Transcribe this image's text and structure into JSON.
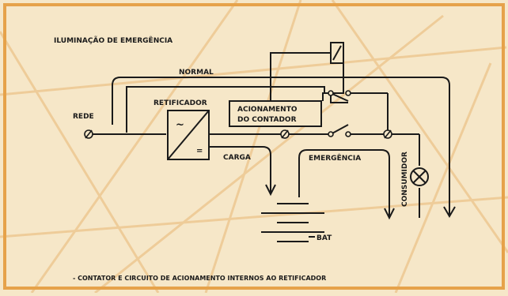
{
  "title": "ILUMINAÇÃO DE EMERGÊNCIA",
  "labels": {
    "normal": "NORMAL",
    "rede": "REDE",
    "retificador": "RETIFICADOR",
    "acionamento_1": "ACIONAMENTO",
    "acionamento_2": "DO CONTADOR",
    "carga": "CARGA",
    "emergencia": "EMERGÊNCIA",
    "consumidor": "CONSUMIDOR",
    "bat": "BAT",
    "rect_equal": "=",
    "rect_tilde": "~"
  },
  "footer": "- CONTATOR E CIRCUITO DE ACIONAMENTO INTERNOS AO RETIFICADOR",
  "colors": {
    "background": "#f6e7c8",
    "border": "#e6a24a",
    "line": "#1a1a1a",
    "decor": "#e9b774"
  }
}
